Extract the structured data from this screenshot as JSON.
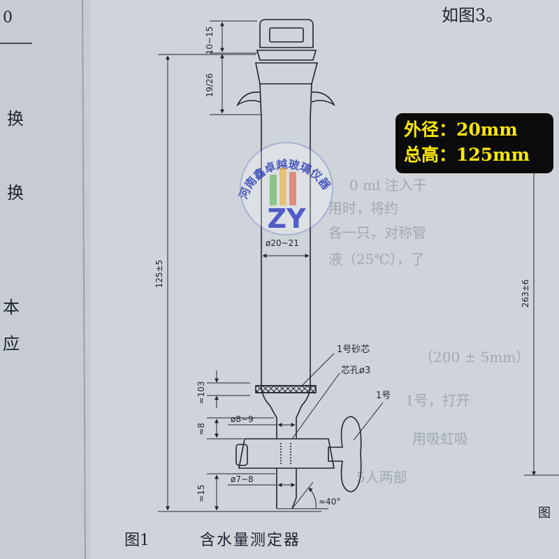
{
  "top_right_text": "如图3。",
  "top_left_text": "0",
  "left_margin_chars": [
    "换",
    "换",
    "本",
    "应"
  ],
  "overlay": {
    "outer_diameter_label": "外径：20mm",
    "total_height_label": "总高：125mm"
  },
  "watermark": {
    "arc_text": "河南鑫卓越玻璃仪器",
    "logo_letters": "ZY"
  },
  "dimensions": {
    "joint_top": "10~15",
    "joint_length": "19/26",
    "total_height": "125±5",
    "tube_diameter": "ø20~21",
    "frit_gap": "≈103",
    "neck_length": "≈8",
    "neck_diameter": "ø8~9",
    "tip_length": "≈15",
    "tip_diameter": "ø7~8",
    "tip_angle": "≈40°",
    "right_height": "263±6"
  },
  "callouts": {
    "frit": "1号砂芯",
    "hole": "芯孔ø3",
    "stopcock": "1号"
  },
  "caption": {
    "number": "图1",
    "title": "含水量测定器"
  },
  "right_edge_label": "图",
  "bleed_text": [
    "0 ml 注入干",
    "用时，将约",
    "各一只，对称管",
    "液（25℃），了",
    "（200 ± 5mm）",
    "1号，打开",
    "用吸虹吸",
    "5人两部"
  ]
}
